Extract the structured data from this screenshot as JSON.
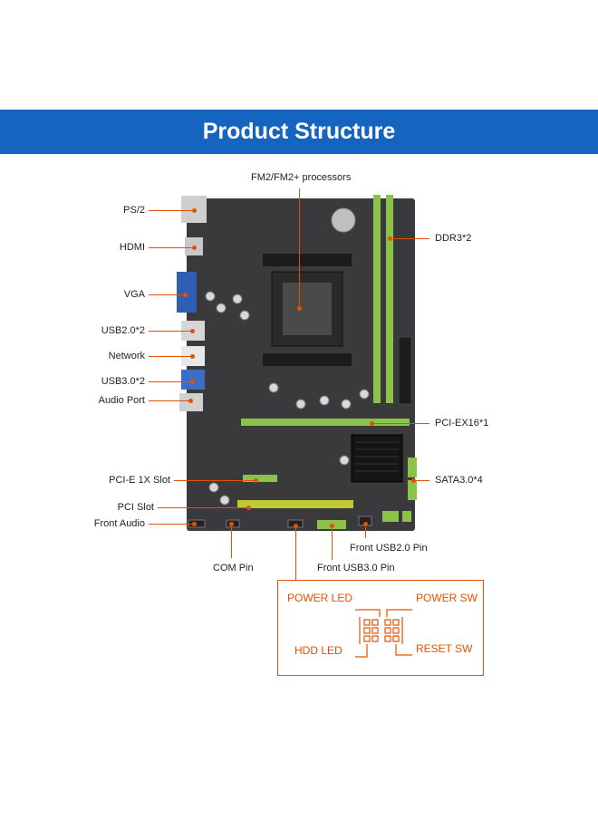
{
  "banner": {
    "title": "Product Structure"
  },
  "labels": {
    "cpu": "FM2/FM2+ processors",
    "ps2": "PS/2",
    "hdmi": "HDMI",
    "vga": "VGA",
    "usb20": "USB2.0*2",
    "network": "Network",
    "usb30": "USB3.0*2",
    "audio_port": "Audio Port",
    "ddr3": "DDR3*2",
    "pciex16": "PCI-EX16*1",
    "sata": "SATA3.0*4",
    "pcie1x": "PCI-E 1X Slot",
    "pci": "PCI Slot",
    "front_audio": "Front Audio",
    "com_pin": "COM Pin",
    "front_usb20": "Front USB2.0 Pin",
    "front_usb30": "Front USB3.0 Pin"
  },
  "pin_box": {
    "power_led": "POWER LED",
    "power_sw": "POWER SW",
    "hdd_led": "HDD  LED",
    "reset_sw": "RESET SW"
  },
  "colors": {
    "banner": "#1565c0",
    "accent": "#e65100",
    "board": "#3a3a3c",
    "slot_green": "#8bc34a"
  }
}
